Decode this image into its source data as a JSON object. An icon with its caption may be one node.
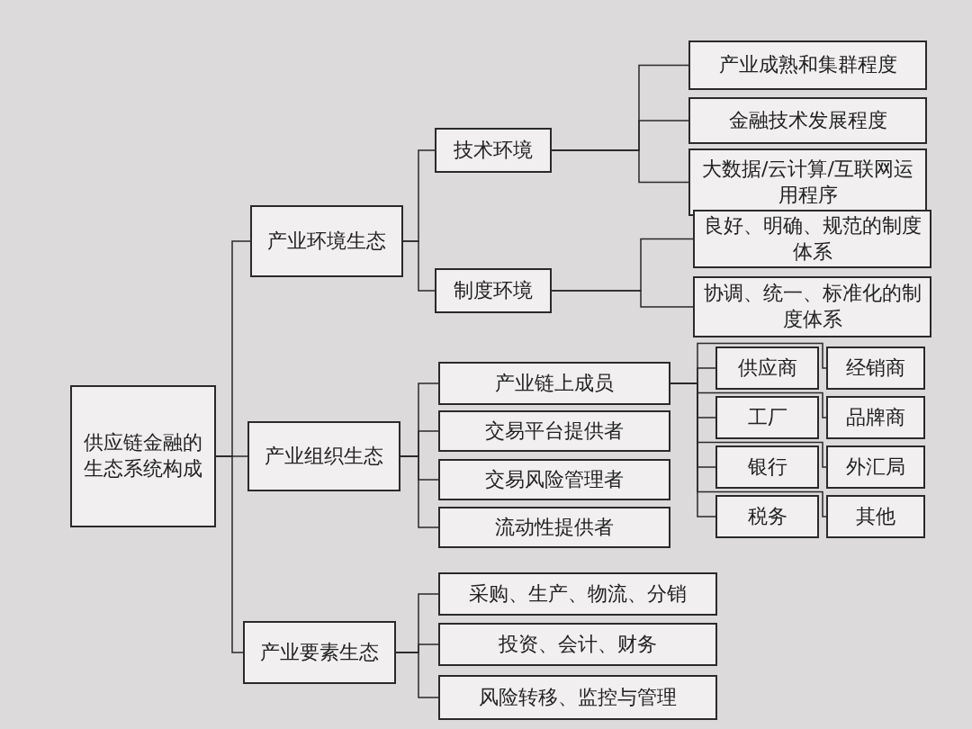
{
  "diagram": {
    "nodes": [
      {
        "text": [
          "供应链金融的生态系统构成"
        ]
      },
      {
        "text": [
          "产业环境生态"
        ]
      },
      {
        "text": [
          "技术环境"
        ]
      },
      {
        "text": [
          "产业成熟和集群程度"
        ]
      },
      {
        "text": [
          "金融技术发展程度"
        ]
      },
      {
        "text": [
          "大数据/云计算/互联网运用程序"
        ]
      },
      {
        "text": [
          "制度环境"
        ]
      },
      {
        "text": [
          "良好、明确、规范的制度体系"
        ]
      },
      {
        "text": [
          "协调、统一、标准化的制度体系"
        ]
      },
      {
        "text": [
          "产业组织生态"
        ]
      },
      {
        "text": [
          "产业链上成员"
        ]
      },
      {
        "text": [
          "供应商"
        ]
      },
      {
        "text": [
          "经销商"
        ]
      },
      {
        "text": [
          "工厂"
        ]
      },
      {
        "text": [
          "品牌商"
        ]
      },
      {
        "text": [
          "银行"
        ]
      },
      {
        "text": [
          "外汇局"
        ]
      },
      {
        "text": [
          "税务"
        ]
      },
      {
        "text": [
          "其他"
        ]
      },
      {
        "text": [
          "交易平台提供者"
        ]
      },
      {
        "text": [
          "交易风险管理者"
        ]
      },
      {
        "text": [
          "流动性提供者"
        ]
      },
      {
        "text": [
          "产业要素生态"
        ]
      },
      {
        "text": [
          "采购、生产、物流、分销"
        ]
      },
      {
        "text": [
          "投资、会计、财务"
        ]
      },
      {
        "text": [
          "风险转移、监控与管理"
        ]
      }
    ],
    "edges": [
      {
        "from": 0,
        "to": 1,
        "arrow": "none"
      },
      {
        "from": 0,
        "to": 9,
        "arrow": "none"
      },
      {
        "from": 0,
        "to": 22,
        "arrow": "none"
      },
      {
        "from": 1,
        "to": 2,
        "arrow": "none"
      },
      {
        "from": 1,
        "to": 6,
        "arrow": "none"
      },
      {
        "from": 2,
        "to": 3,
        "arrow": "none"
      },
      {
        "from": 2,
        "to": 4,
        "arrow": "none"
      },
      {
        "from": 2,
        "to": 5,
        "arrow": "none"
      },
      {
        "from": 6,
        "to": 7,
        "arrow": "none"
      },
      {
        "from": 6,
        "to": 8,
        "arrow": "none"
      },
      {
        "from": 9,
        "to": 10,
        "arrow": "none"
      },
      {
        "from": 9,
        "to": 19,
        "arrow": "none"
      },
      {
        "from": 9,
        "to": 20,
        "arrow": "none"
      },
      {
        "from": 9,
        "to": 21,
        "arrow": "none"
      },
      {
        "from": 10,
        "to": 11,
        "arrow": "none"
      },
      {
        "from": 10,
        "to": 12,
        "arrow": "none"
      },
      {
        "from": 10,
        "to": 13,
        "arrow": "none"
      },
      {
        "from": 10,
        "to": 14,
        "arrow": "none"
      },
      {
        "from": 10,
        "to": 15,
        "arrow": "none"
      },
      {
        "from": 10,
        "to": 16,
        "arrow": "none"
      },
      {
        "from": 10,
        "to": 17,
        "arrow": "none"
      },
      {
        "from": 10,
        "to": 18,
        "arrow": "none"
      },
      {
        "from": 22,
        "to": 23,
        "arrow": "none"
      },
      {
        "from": 22,
        "to": 24,
        "arrow": "none"
      },
      {
        "from": 22,
        "to": 25,
        "arrow": "none"
      }
    ]
  }
}
